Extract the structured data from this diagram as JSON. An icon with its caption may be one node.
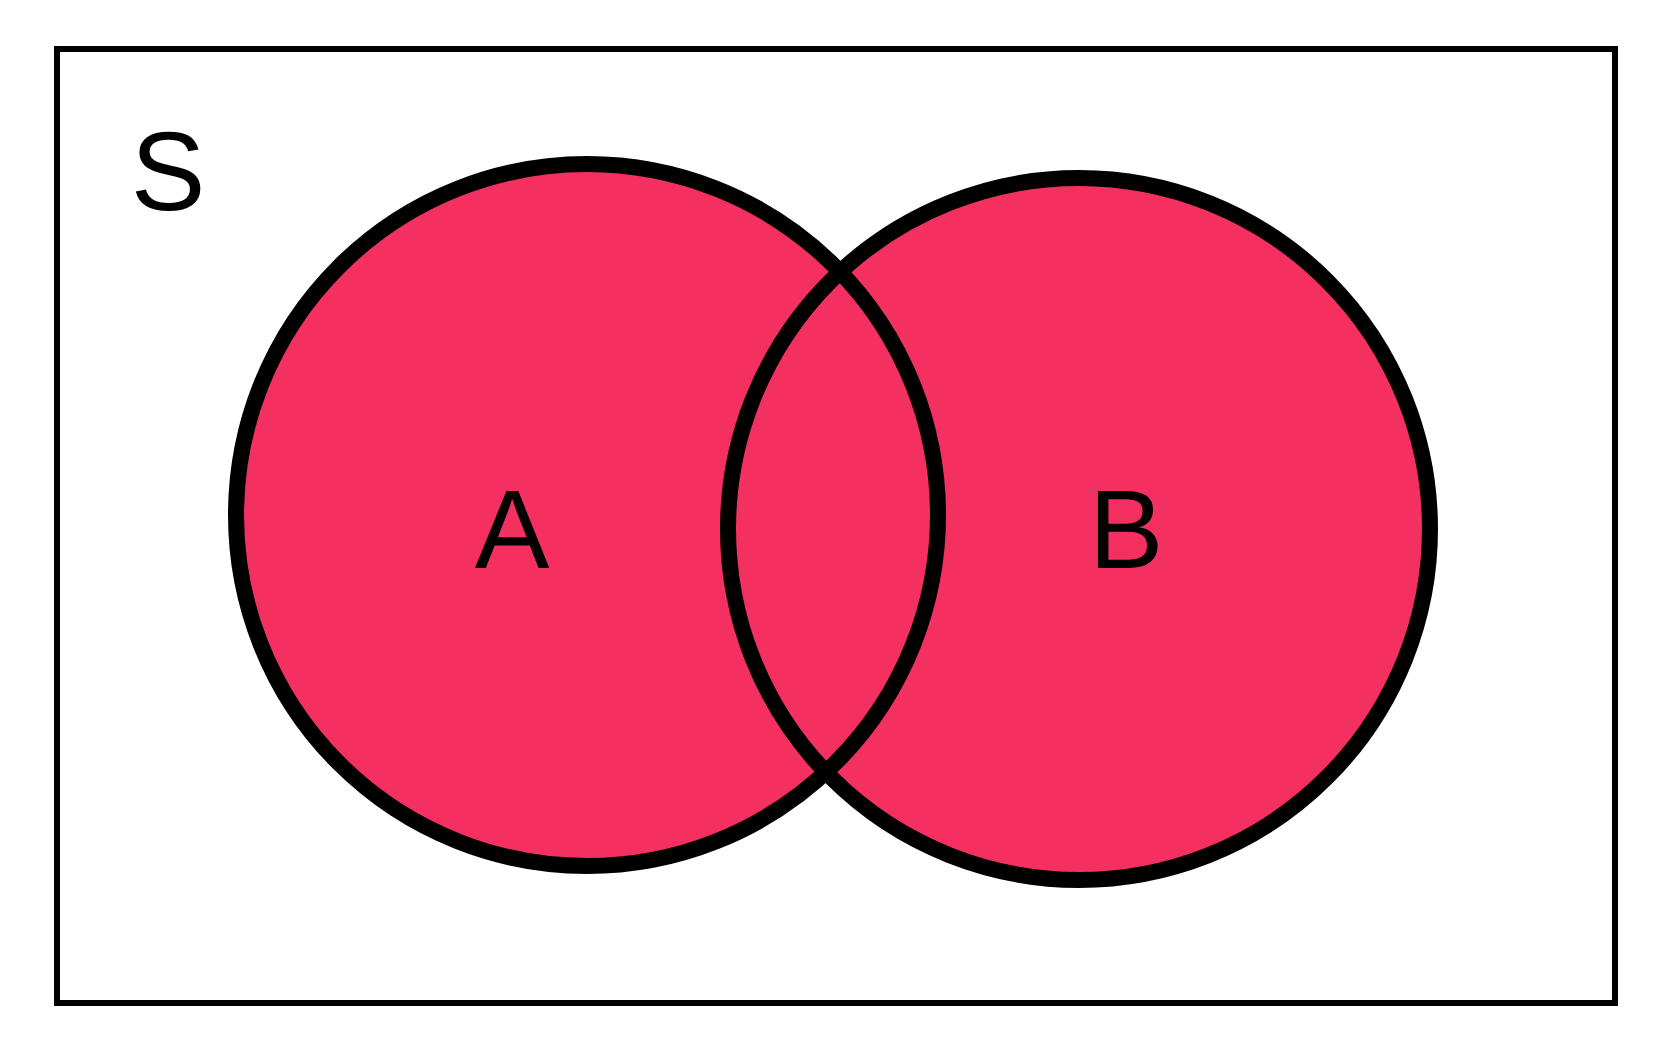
{
  "diagram": {
    "nodes": [
      {
        "text": [
          "S"
        ]
      },
      {
        "text": [
          "A"
        ],
        "in": 0
      },
      {
        "text": [
          "B"
        ],
        "in": 0
      }
    ],
    "edges": []
  }
}
